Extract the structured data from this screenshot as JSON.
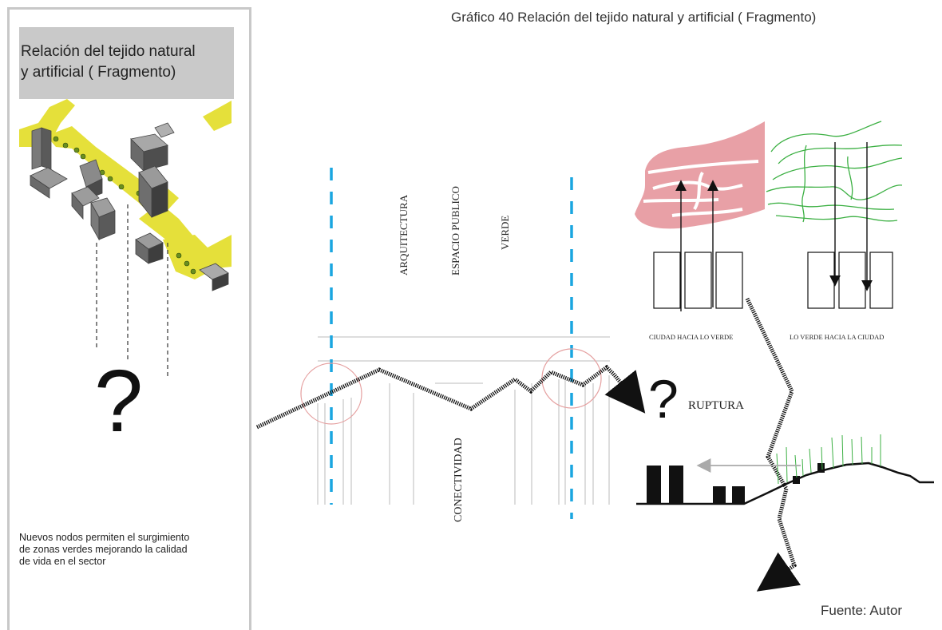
{
  "figure_caption": "Gráfico 40 Relación del tejido natural y artificial ( Fragmento)",
  "panel": {
    "title_line1": "Relación del tejido natural",
    "title_line2": "y artificial ( Fragmento)",
    "question_mark": "?",
    "description_lines": [
      "Nuevos nodos permiten el surgimiento",
      "de zonas verdes mejorando la calidad",
      "de vida en el sector"
    ]
  },
  "section_diagram": {
    "labels": [
      "ARQUITECTURA",
      "ESPACIO PUBLICO",
      "VERDE",
      "CONECTIVIDAD"
    ]
  },
  "flows": {
    "left_caption": "CIUDAD HACIA LO VERDE",
    "right_caption": "LO VERDE HACIA LA CIUDAD"
  },
  "rupture": {
    "question_mark": "?",
    "label": "RUPTURA"
  },
  "source": "Fuente: Autor",
  "colors": {
    "panel_border": "#c8c8c8",
    "title_band": "#c9c9c9",
    "yellow_path": "#e5e03a",
    "city_pink": "#e8a0a6",
    "green_lines": "#3cb043",
    "cyan_dash": "#1aa6e0",
    "circle_red": "#e5a0a0"
  }
}
